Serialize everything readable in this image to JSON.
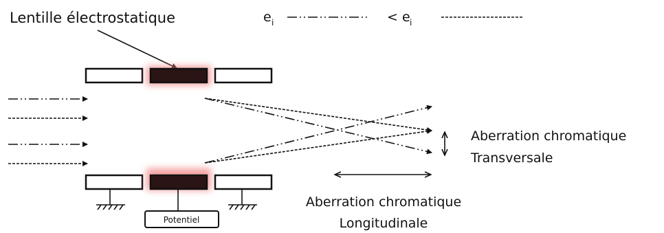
{
  "title_label": "Lentille électrostatique",
  "legend": {
    "high_energy_symbol": "e",
    "high_energy_subscript": "i",
    "low_energy_prefix": "< e",
    "low_energy_subscript": "i"
  },
  "transverse_label": {
    "line1": "Aberration chromatique",
    "line2": "Transversale"
  },
  "longitudinal_label": {
    "line1": "Aberration chromatique",
    "line2": "Longitudinale"
  },
  "potential_label": "Potentiel",
  "colors": {
    "electrode_fill": "#2a1414",
    "glow": "#f08080",
    "line": "#111111"
  }
}
